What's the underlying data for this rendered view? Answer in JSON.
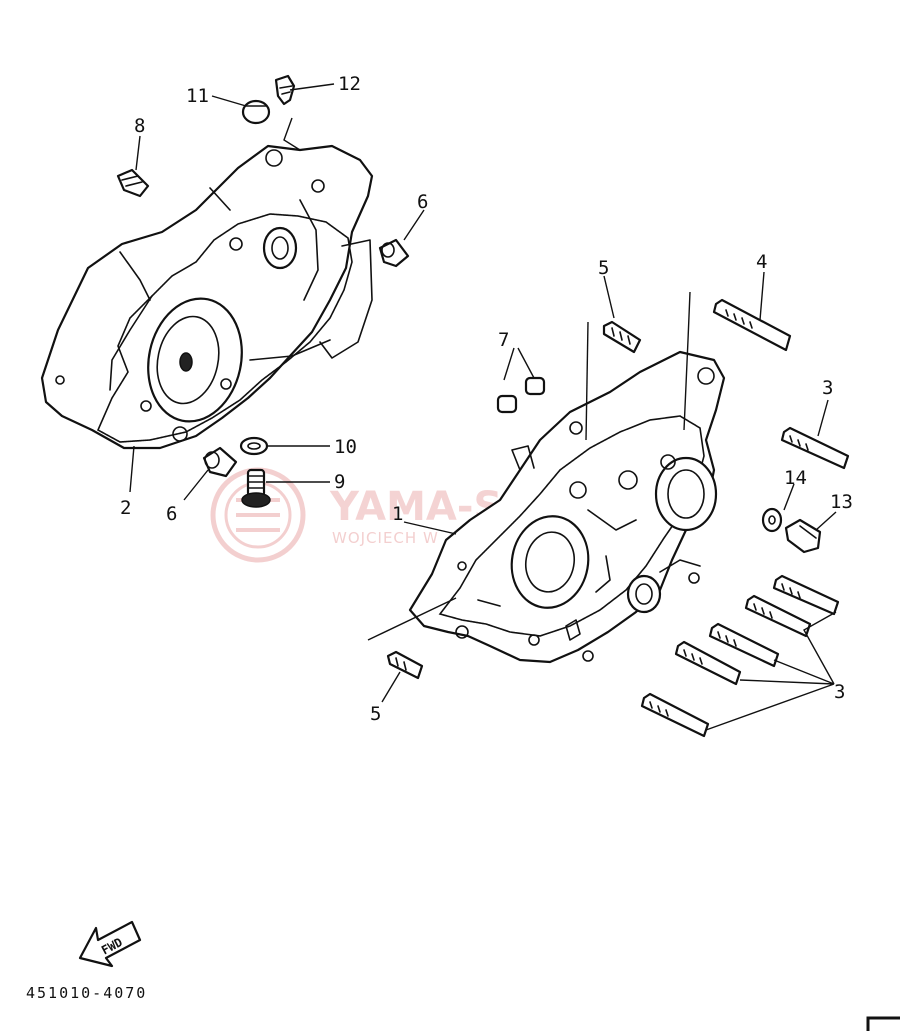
{
  "callouts": {
    "c1": "1",
    "c2": "2",
    "c3a": "3",
    "c3b": "3",
    "c4": "4",
    "c5a": "5",
    "c5b": "5",
    "c6a": "6",
    "c6b": "6",
    "c7": "7",
    "c8": "8",
    "c9": "9",
    "c10": "10",
    "c11": "11",
    "c12": "12",
    "c13": "13",
    "c14": "14"
  },
  "reference_code": "451010-4070",
  "fwd_label": "FWD",
  "watermark": {
    "title": "YAMA-SH",
    "subtitle": "WOJCIECH W"
  },
  "colors": {
    "ink": "#111111",
    "watermark": "#e8a0a0",
    "background": "#ffffff"
  }
}
